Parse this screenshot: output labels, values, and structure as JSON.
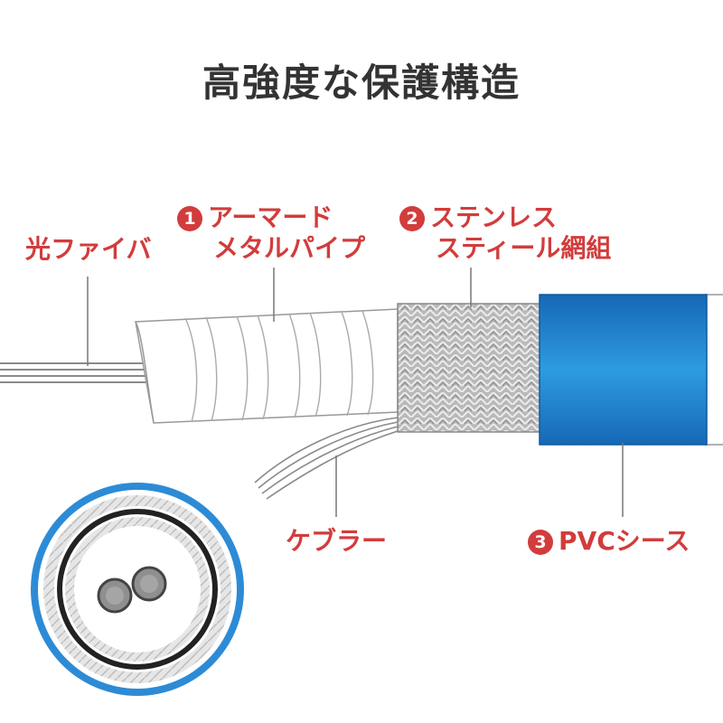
{
  "title": "高強度な保護構造",
  "labels": {
    "fiber": "光ファイバ",
    "armor_num": "1",
    "armor_line1": "アーマード",
    "armor_line2": "メタルパイプ",
    "mesh_num": "2",
    "mesh_line1": "ステンレス",
    "mesh_line2": "スティール網組",
    "kevlar": "ケブラー",
    "sheath_num": "3",
    "sheath": "PVCシース"
  },
  "colors": {
    "accent_red": "#d23c3c",
    "pvc_blue": "#1877c8",
    "title_gray": "#333333",
    "line_gray": "#777777"
  }
}
